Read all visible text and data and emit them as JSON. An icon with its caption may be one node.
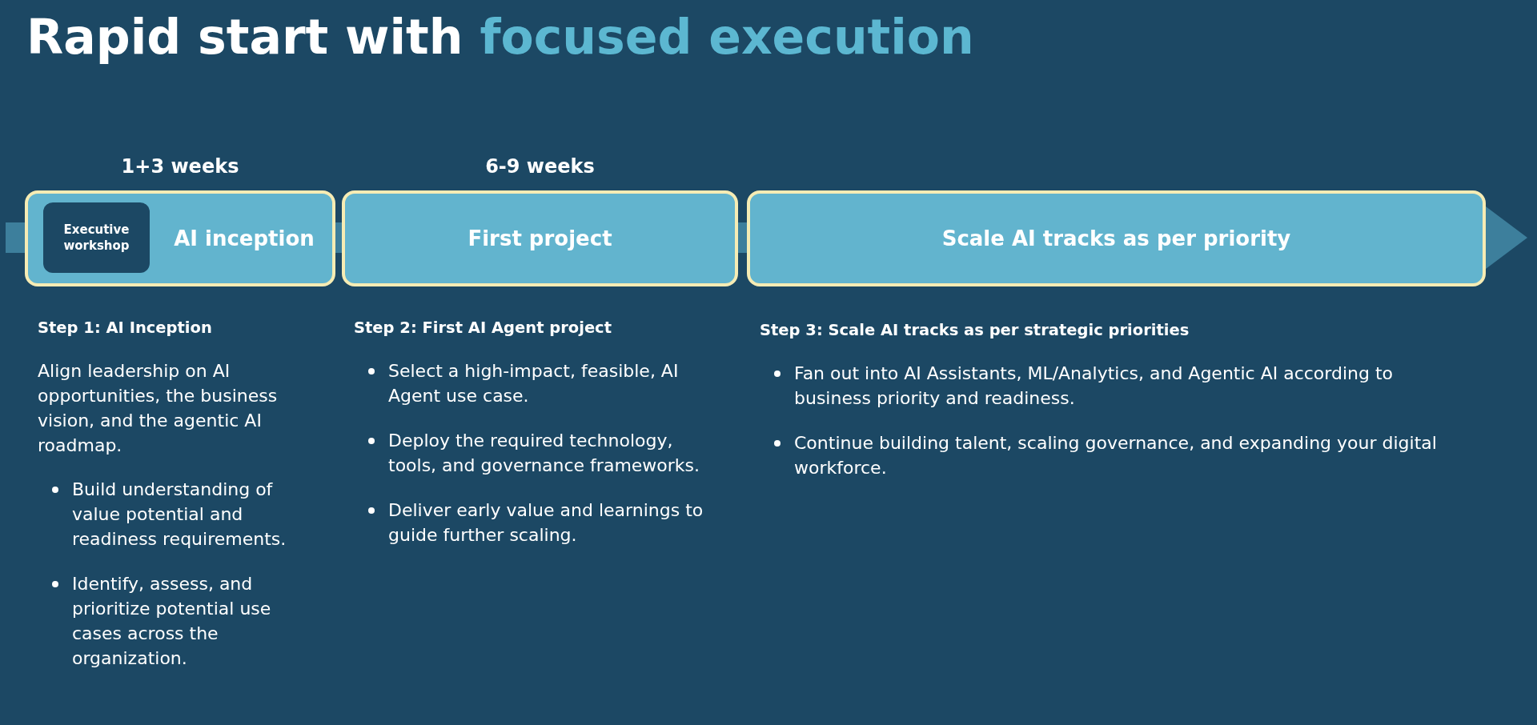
{
  "diagram": {
    "title": "Rapid start with *focused execution*",
    "nodes": [
      {
        "text": [
          "AI inception"
        ],
        "beside": [
          "1+3 weeks"
        ]
      },
      {
        "text": [
          "Executive workshop"
        ],
        "in": 0
      },
      {
        "text": [
          "First project"
        ],
        "beside": [
          "6-9 weeks"
        ]
      },
      {
        "text": [
          "Scale AI tracks as per priority"
        ]
      }
    ],
    "labels": [
      "Step 1: AI Inception",
      "Align leadership on AI opportunities, the business vision, and the agentic AI roadmap.",
      "Build understanding of value potential and readiness requirements.",
      "Identify, assess, and prioritize potential use cases across the organization.",
      "Step 2: First AI Agent project",
      "Select a high-impact, feasible, AI Agent use case.",
      "Deploy the required technology, tools, and governance frameworks.",
      "Deliver early value and learnings to guide further scaling.",
      "Step 3: Scale AI tracks as per strategic priorities",
      "Fan out into AI Assistants, ML/Analytics, and Agentic AI according to business priority and readiness.",
      "Continue building talent, scaling governance, and expanding your digital workforce."
    ]
  }
}
